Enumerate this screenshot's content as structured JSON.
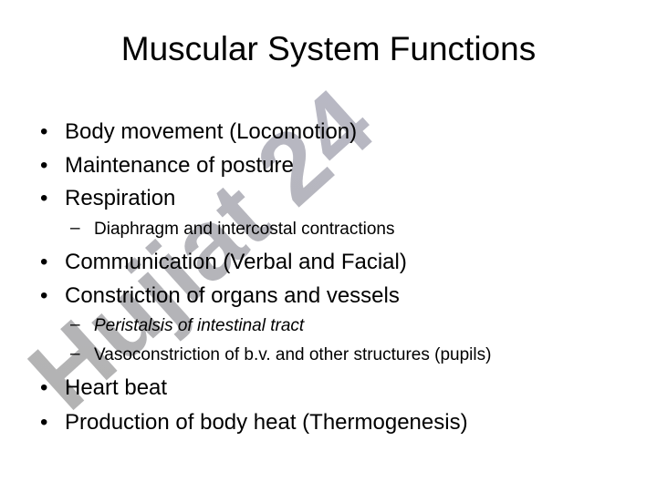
{
  "slide": {
    "title": "Muscular System Functions",
    "watermark": "Hujiat 24",
    "colors": {
      "background": "#ffffff",
      "text": "#000000",
      "watermark_dark": "#b3b3b3",
      "watermark_light": "#d8d0f5"
    },
    "bullet_symbol": "•",
    "sub_bullet_symbol": "–",
    "items": [
      "Body movement (Locomotion)",
      "Maintenance of posture",
      "Respiration",
      "Diaphragm and intercostal contractions",
      "Communication (Verbal and Facial)",
      "Constriction of organs and vessels",
      "Peristalsis of intestinal tract",
      "Vasoconstriction of b.v. and other structures (pupils)",
      "Heart beat",
      "Production of body heat (Thermogenesis)"
    ]
  }
}
